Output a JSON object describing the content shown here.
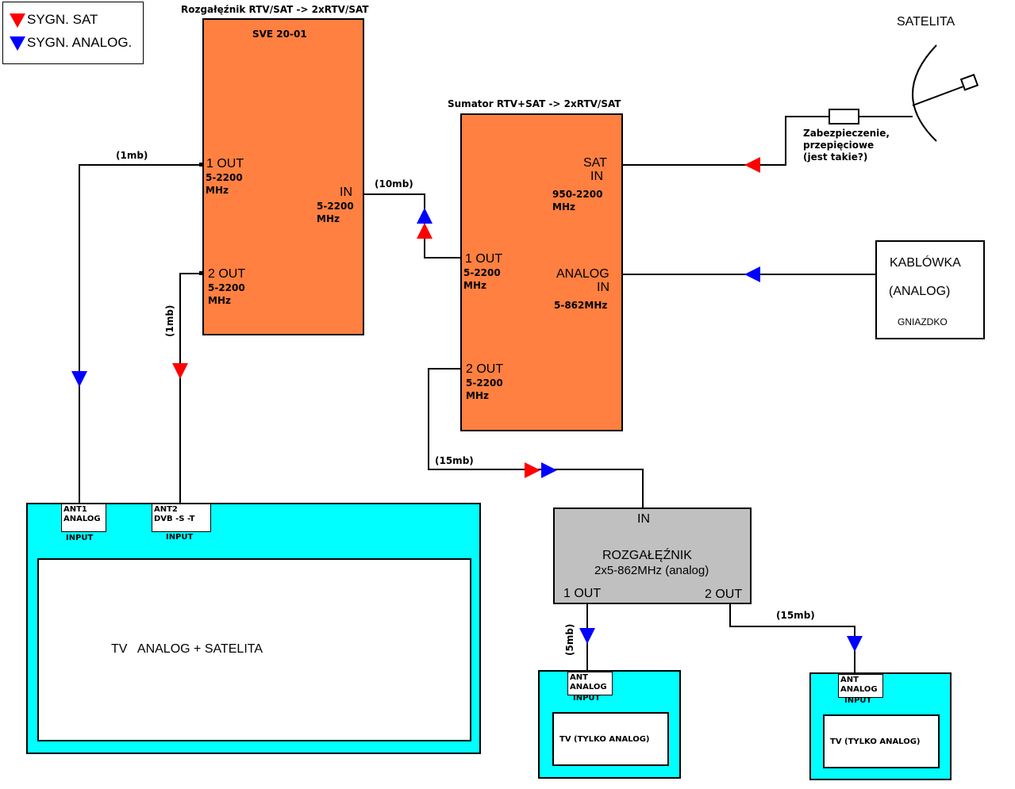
{
  "legend": {
    "sat_label": "SYGN. SAT",
    "analog_label": "SYGN. ANALOG."
  },
  "colors": {
    "sat": "#FF0000",
    "analog": "#0000FF",
    "device": "#FF8040",
    "tv": "#00FFFF",
    "splitter": "#C0C0C0"
  },
  "splitter1": {
    "title": "Rozgałęźnik RTV/SAT -> 2xRTV/SAT",
    "model": "SVE 20-01",
    "out1": "1 OUT",
    "out1_freq1": "5-2200",
    "out1_freq2": "MHz",
    "out2": "2 OUT",
    "out2_freq1": "5-2200",
    "out2_freq2": "MHz",
    "in": "IN",
    "in_freq1": "5-2200",
    "in_freq2": "MHz"
  },
  "combiner": {
    "title": "Sumator RTV+SAT -> 2xRTV/SAT",
    "sat_in1": "SAT",
    "sat_in2": "IN",
    "sat_freq1": "950-2200",
    "sat_freq2": "MHz",
    "out1": "1 OUT",
    "out1_freq1": "5-2200",
    "out1_freq2": "MHz",
    "analog_in1": "ANALOG",
    "analog_in2": "IN",
    "analog_freq": "5-862MHz",
    "out2": "2 OUT",
    "out2_freq1": "5-2200",
    "out2_freq2": "MHz"
  },
  "satellite": {
    "label": "SATELITA",
    "protection1": "Zabezpieczenie,",
    "protection2": "przepięciowe",
    "protection3": "(jest takie?)"
  },
  "cable": {
    "line1": "KABLÓWKA",
    "line2": "(ANALOG)",
    "line3": "GNIAZDKO"
  },
  "cables": {
    "c1": "(1mb)",
    "c2": "(1mb)",
    "c3": "(10mb)",
    "c4": "(15mb)",
    "c5": "(5mb)",
    "c6": "(15mb)"
  },
  "splitter2": {
    "in": "IN",
    "title": "ROZGAŁĘŹNIK",
    "spec": "2x5-862MHz (analog)",
    "out1": "1 OUT",
    "out2": "2 OUT"
  },
  "tv_main": {
    "ant1_l1": "ANT1",
    "ant1_l2": "ANALOG",
    "ant1_input": "INPUT",
    "ant2_l1": "ANT2",
    "ant2_l2": "DVB -S -T",
    "ant2_input": "INPUT",
    "screen": "TV   ANALOG + SATELITA"
  },
  "tv2": {
    "ant_l1": "ANT",
    "ant_l2": "ANALOG",
    "input": "INPUT",
    "screen": "TV (TYLKO ANALOG)"
  },
  "tv3": {
    "ant_l1": "ANT",
    "ant_l2": "ANALOG",
    "input": "INPUT",
    "screen": "TV (TYLKO ANALOG)"
  }
}
